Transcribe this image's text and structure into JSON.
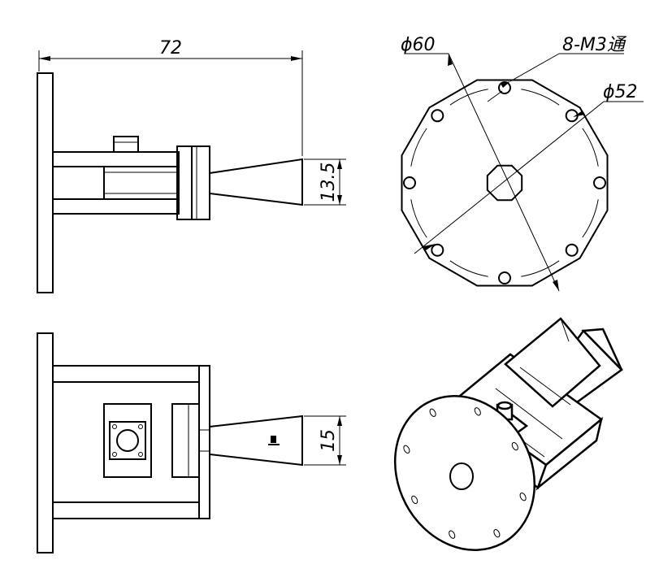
{
  "dimensions": {
    "overall_length": "72",
    "horn_aperture_side": "13.5",
    "horn_aperture_top": "15",
    "flange_diameter": "ϕ60",
    "bolt_circle_diameter": "ϕ52",
    "holes": "8-M3通"
  },
  "colors": {
    "line": "#000000",
    "background": "#ffffff"
  }
}
